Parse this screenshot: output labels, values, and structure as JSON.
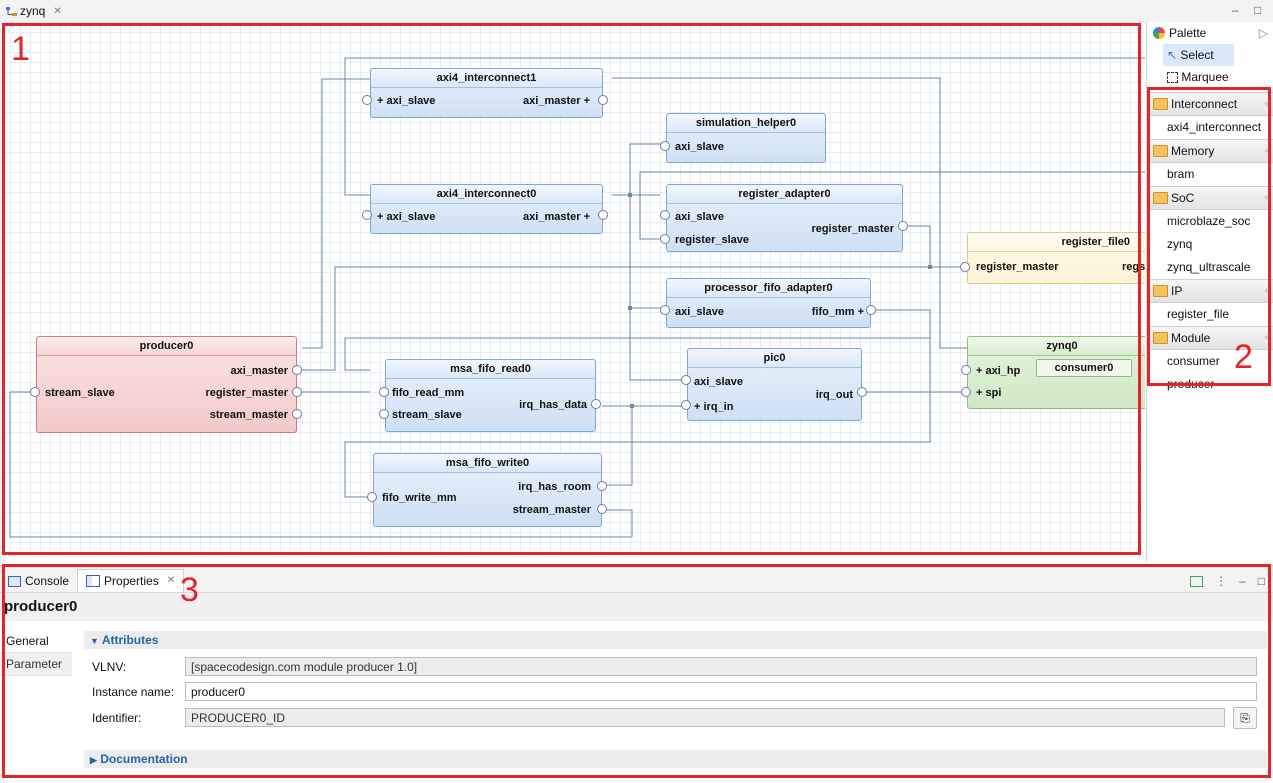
{
  "editor": {
    "tab_label": "zynq",
    "tab_close": "✕",
    "minimize": "–",
    "maximize": "□"
  },
  "callouts": {
    "one": "1",
    "two": "2",
    "three": "3"
  },
  "blocks": {
    "axi4_interconnect1": {
      "title": "axi4_interconnect1",
      "left": "+ axi_slave",
      "right": "axi_master +"
    },
    "axi4_interconnect0": {
      "title": "axi4_interconnect0",
      "left": "+ axi_slave",
      "right": "axi_master +"
    },
    "simulation_helper0": {
      "title": "simulation_helper0",
      "left": "axi_slave"
    },
    "register_adapter0": {
      "title": "register_adapter0",
      "left1": "axi_slave",
      "left2": "register_slave",
      "right": "register_master"
    },
    "register_file0": {
      "title": "register_file0",
      "left": "register_master",
      "right": "regs"
    },
    "processor_fifo_adapter0": {
      "title": "processor_fifo_adapter0",
      "left": "axi_slave",
      "right": "fifo_mm +"
    },
    "producer0": {
      "title": "producer0",
      "left": "stream_slave",
      "right1": "axi_master",
      "right2": "register_master",
      "right3": "stream_master"
    },
    "msa_fifo_read0": {
      "title": "msa_fifo_read0",
      "left1": "fifo_read_mm",
      "left2": "stream_slave",
      "right": "irq_has_data"
    },
    "pic0": {
      "title": "pic0",
      "left1": "axi_slave",
      "left2": "+ irq_in",
      "right": "irq_out"
    },
    "zynq0": {
      "title": "zynq0",
      "left1": "+ axi_hp",
      "left2": "+ spi",
      "sub": "consumer0"
    },
    "msa_fifo_write0": {
      "title": "msa_fifo_write0",
      "left": "fifo_write_mm",
      "right1": "irq_has_room",
      "right2": "stream_master"
    }
  },
  "palette": {
    "title": "Palette",
    "collapse": "▷",
    "tools": [
      "Select",
      "Marquee"
    ],
    "categories": [
      {
        "name": "Interconnect",
        "items": [
          "axi4_interconnect"
        ]
      },
      {
        "name": "Memory",
        "items": [
          "bram"
        ]
      },
      {
        "name": "SoC",
        "items": [
          "microblaze_soc",
          "zynq",
          "zynq_ultrascale"
        ]
      },
      {
        "name": "IP",
        "items": [
          "register_file"
        ]
      },
      {
        "name": "Module",
        "items": [
          "consumer",
          "producer"
        ]
      }
    ],
    "cat_arrow": "«"
  },
  "bottom": {
    "tabs": [
      "Console",
      "Properties"
    ],
    "tab_close": "✕",
    "title": "producer0",
    "side_tabs": [
      "General",
      "Parameter"
    ],
    "attributes_label": "Attributes",
    "fields": [
      {
        "label": "VLNV:",
        "value": "[spacecodesign.com module producer 1.0]"
      },
      {
        "label": "Instance name:",
        "value": "producer0"
      },
      {
        "label": "Identifier:",
        "value": "PRODUCER0_ID"
      }
    ],
    "documentation_label": "Documentation"
  }
}
